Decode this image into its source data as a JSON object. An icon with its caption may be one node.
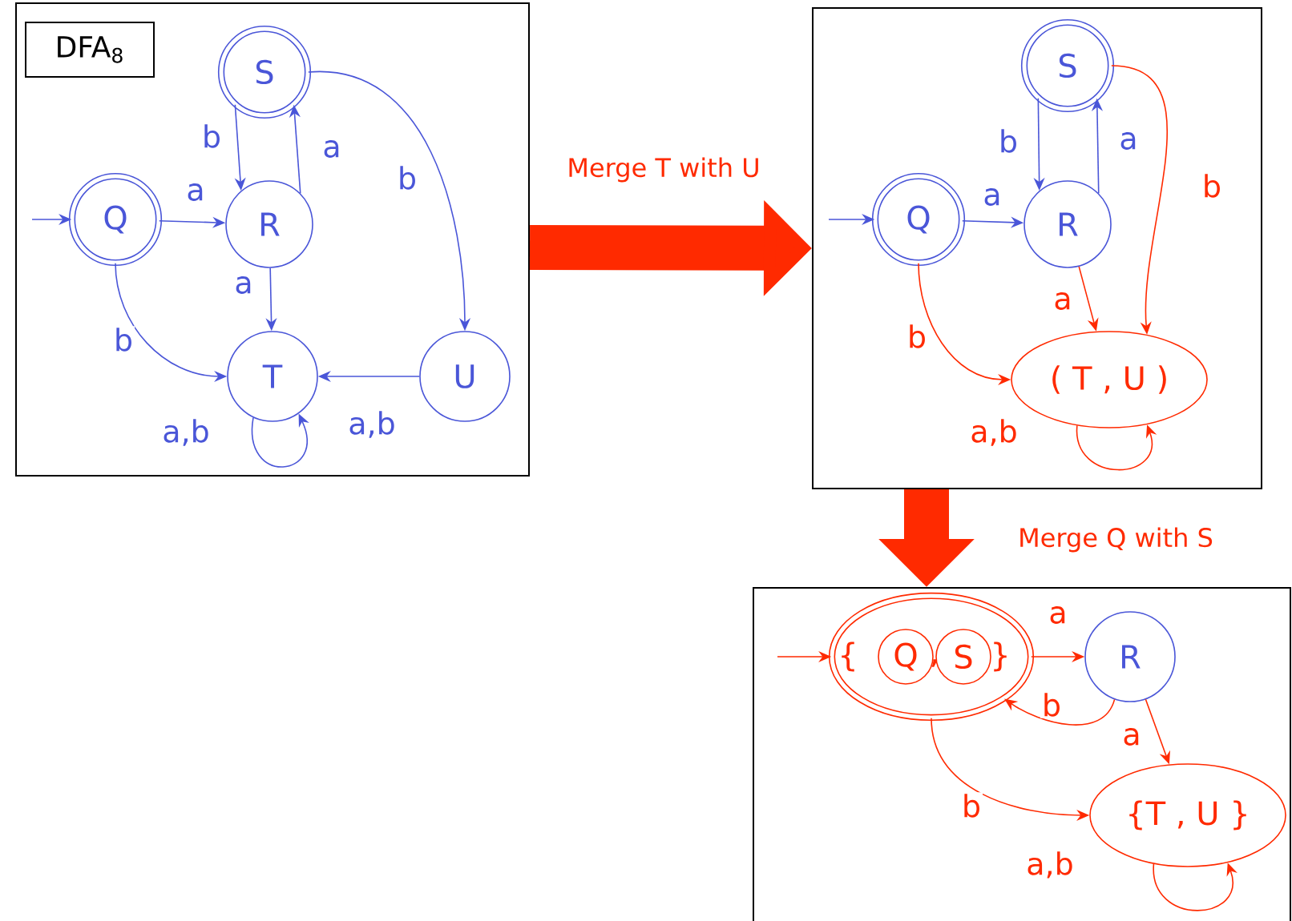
{
  "diagram": {
    "nodes": [
      {
        "text": [],
        "shape": "box"
      },
      {
        "text": [
          "DFA$_{8}$"
        ],
        "in": 0
      },
      {
        "text": [
          "S"
        ],
        "in": 0
      },
      {
        "text": [
          "Q"
        ],
        "in": 0
      },
      {
        "text": [
          "R"
        ],
        "in": 0
      },
      {
        "text": [
          "T"
        ],
        "in": 0
      },
      {
        "text": [
          "U"
        ],
        "in": 0
      },
      {
        "text": [],
        "shape": "box"
      },
      {
        "text": [
          "S"
        ],
        "in": 7
      },
      {
        "text": [
          "Q"
        ],
        "in": 7
      },
      {
        "text": [
          "R"
        ],
        "in": 7
      },
      {
        "text": [
          "( T , U )"
        ],
        "in": 7
      },
      {
        "text": [],
        "shape": "box"
      },
      {
        "text": [
          "{",
          ",",
          "}"
        ],
        "in": 12
      },
      {
        "text": [
          "Q"
        ],
        "in": 13
      },
      {
        "text": [
          "S"
        ],
        "in": 13
      },
      {
        "text": [
          "R"
        ],
        "in": 12
      },
      {
        "text": [
          "{T , U }"
        ],
        "in": 12
      }
    ],
    "edges": [
      {
        "from": null,
        "to": 3,
        "arrow": "to"
      },
      {
        "from": 3,
        "to": 4,
        "arrow": "to",
        "label": "a"
      },
      {
        "from": 2,
        "to": 4,
        "arrow": "to",
        "label": "b"
      },
      {
        "from": 4,
        "to": 2,
        "arrow": "to",
        "label": "a"
      },
      {
        "from": 4,
        "to": 5,
        "arrow": "to",
        "label": "a"
      },
      {
        "from": 3,
        "to": 5,
        "arrow": "to",
        "label": "b"
      },
      {
        "from": 2,
        "to": 6,
        "arrow": "to",
        "label": "b"
      },
      {
        "from": 6,
        "to": 5,
        "arrow": "to",
        "label": "a,b"
      },
      {
        "from": 5,
        "to": 5,
        "arrow": "to",
        "label": "a,b"
      },
      {
        "from": null,
        "to": 9,
        "arrow": "to"
      },
      {
        "from": 9,
        "to": 10,
        "arrow": "to",
        "label": "a"
      },
      {
        "from": 8,
        "to": 10,
        "arrow": "to",
        "label": "b"
      },
      {
        "from": 10,
        "to": 8,
        "arrow": "to",
        "label": "a"
      },
      {
        "from": 10,
        "to": 11,
        "arrow": "to",
        "label": "a",
        "color": "#ff2a00"
      },
      {
        "from": 9,
        "to": 11,
        "arrow": "to",
        "label": "b",
        "color": "#ff2a00"
      },
      {
        "from": 8,
        "to": 11,
        "arrow": "to",
        "label": "b",
        "color": "#ff2a00"
      },
      {
        "from": 11,
        "to": 11,
        "arrow": "to",
        "label": "a,b",
        "color": "#ff2a00"
      },
      {
        "from": null,
        "to": 13,
        "arrow": "to",
        "color": "#ff2a00"
      },
      {
        "from": 13,
        "to": 16,
        "arrow": "to",
        "label": "a",
        "color": "#ff2a00"
      },
      {
        "from": 16,
        "to": 13,
        "arrow": "to",
        "label": "b",
        "color": "#ff2a00"
      },
      {
        "from": 16,
        "to": 17,
        "arrow": "to",
        "label": "a",
        "color": "#ff2a00"
      },
      {
        "from": 13,
        "to": 17,
        "arrow": "to",
        "label": "b",
        "color": "#ff2a00"
      },
      {
        "from": 17,
        "to": 17,
        "arrow": "to",
        "label": "a,b",
        "color": "#ff2a00"
      },
      {
        "from": 0,
        "to": 7,
        "arrow": "to",
        "label": "Merge T with U",
        "style": "thick",
        "color": "#ff2a00"
      },
      {
        "from": 7,
        "to": 12,
        "arrow": "to",
        "label": "Merge Q with S",
        "style": "thick",
        "color": "#ff2a00"
      }
    ]
  }
}
